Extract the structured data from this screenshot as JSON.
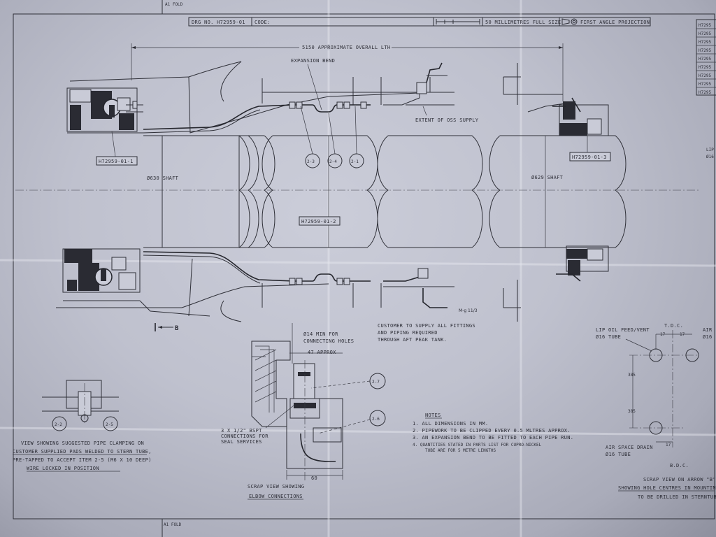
{
  "title_block": {
    "drawing_number": "DRG NO. H72959-01",
    "code": "CODE:",
    "scale": "50 MILLIMETRES FULL SIZE",
    "projection": "FIRST ANGLE PROJECTION",
    "fold_top": "A1 FOLD",
    "fold_bottom": "A1 FOLD"
  },
  "revision_codes": [
    "H7295",
    "H7295",
    "H7295",
    "H7295",
    "H7295",
    "H7295",
    "H7295",
    "H7295",
    "H7295"
  ],
  "main_view": {
    "overall_length": "5150 APPROXIMATE OVERALL LTH",
    "expansion_bend": "EXPANSION BEND",
    "extent_oss": "EXTENT OF OSS SUPPLY",
    "shaft_left": "Ø630 SHAFT",
    "shaft_right": "Ø629 SHAFT",
    "part_left": "H72959-01-1",
    "part_middle": "H72959-01-2",
    "part_right": "H72959-01-3",
    "bubbles": [
      "2-3",
      "2-4",
      "2-1"
    ],
    "arrow_b": "B",
    "customer_note_1": "CUSTOMER TO SUPPLY ALL FITTINGS",
    "customer_note_2": "AND PIPING REQUIRED",
    "customer_note_3": "THROUGH AFT PEAK TANK.",
    "signature": "M-g 11/3",
    "right_edge_label_1": "LIP",
    "right_edge_label_2": "Ø16"
  },
  "elbow_view": {
    "dim_holes_1": "Ø14 MIN FOR",
    "dim_holes_2": "CONNECTING HOLES",
    "approx": "47 APPROX",
    "bubbles": [
      "2-7",
      "2-6"
    ],
    "connections_1": "3 X 1/2\" BSPT",
    "connections_2": "CONNECTIONS FOR",
    "connections_3": "SEAL SERVICES",
    "dim_60": "60",
    "caption_1": "SCRAP VIEW SHOWING",
    "caption_2": "ELBOW CONNECTIONS"
  },
  "clamp_view": {
    "bubbles": [
      "2-2",
      "2-5"
    ],
    "caption_1": "VIEW SHOWING SUGGESTED PIPE CLAMPING ON",
    "caption_2": "CUSTOMER SUPPLIED PADS WELDED TO STERN TUBE,",
    "caption_3": "PRE-TAPPED TO ACCEPT ITEM 2-5 (M6 X 10 DEEP)",
    "caption_4": "WIRE LOCKED IN POSITION"
  },
  "notes": {
    "heading": "NOTES",
    "items": [
      "1.  ALL DIMENSIONS IN MM.",
      "2.  PIPEWORK TO BE CLIPPED EVERY 0.5 MLTRES APPROX.",
      "3.  AN EXPANSION BEND TO BE FITTED TO EACH PIPE RUN.",
      "4.  QUANTITIES STATED IN PARTS LIST FOR CUPRO-NICKEL"
    ],
    "item_4_cont": "TUBE ARE FOR 5 METRE LENGTHS"
  },
  "arrow_view": {
    "tdc": "T.D.C.",
    "bdc": "B.D.C.",
    "lip_oil_1": "LIP OIL FEED/VENT",
    "lip_oil_2": "Ø16 TUBE",
    "air_1": "AIR",
    "air_2": "Ø16",
    "air_drain_1": "AIR SPACE DRAIN",
    "air_drain_2": "Ø16 TUBE",
    "dim_17a": "17",
    "dim_17b": "17",
    "dim_17c": "17",
    "dim_385a": "385",
    "dim_385b": "385",
    "caption_1": "SCRAP VIEW ON ARROW \"B\"",
    "caption_2": "SHOWING HOLE CENTRES IN MOUNTING",
    "caption_3": "TO BE DRILLED IN STERNTUBE"
  }
}
